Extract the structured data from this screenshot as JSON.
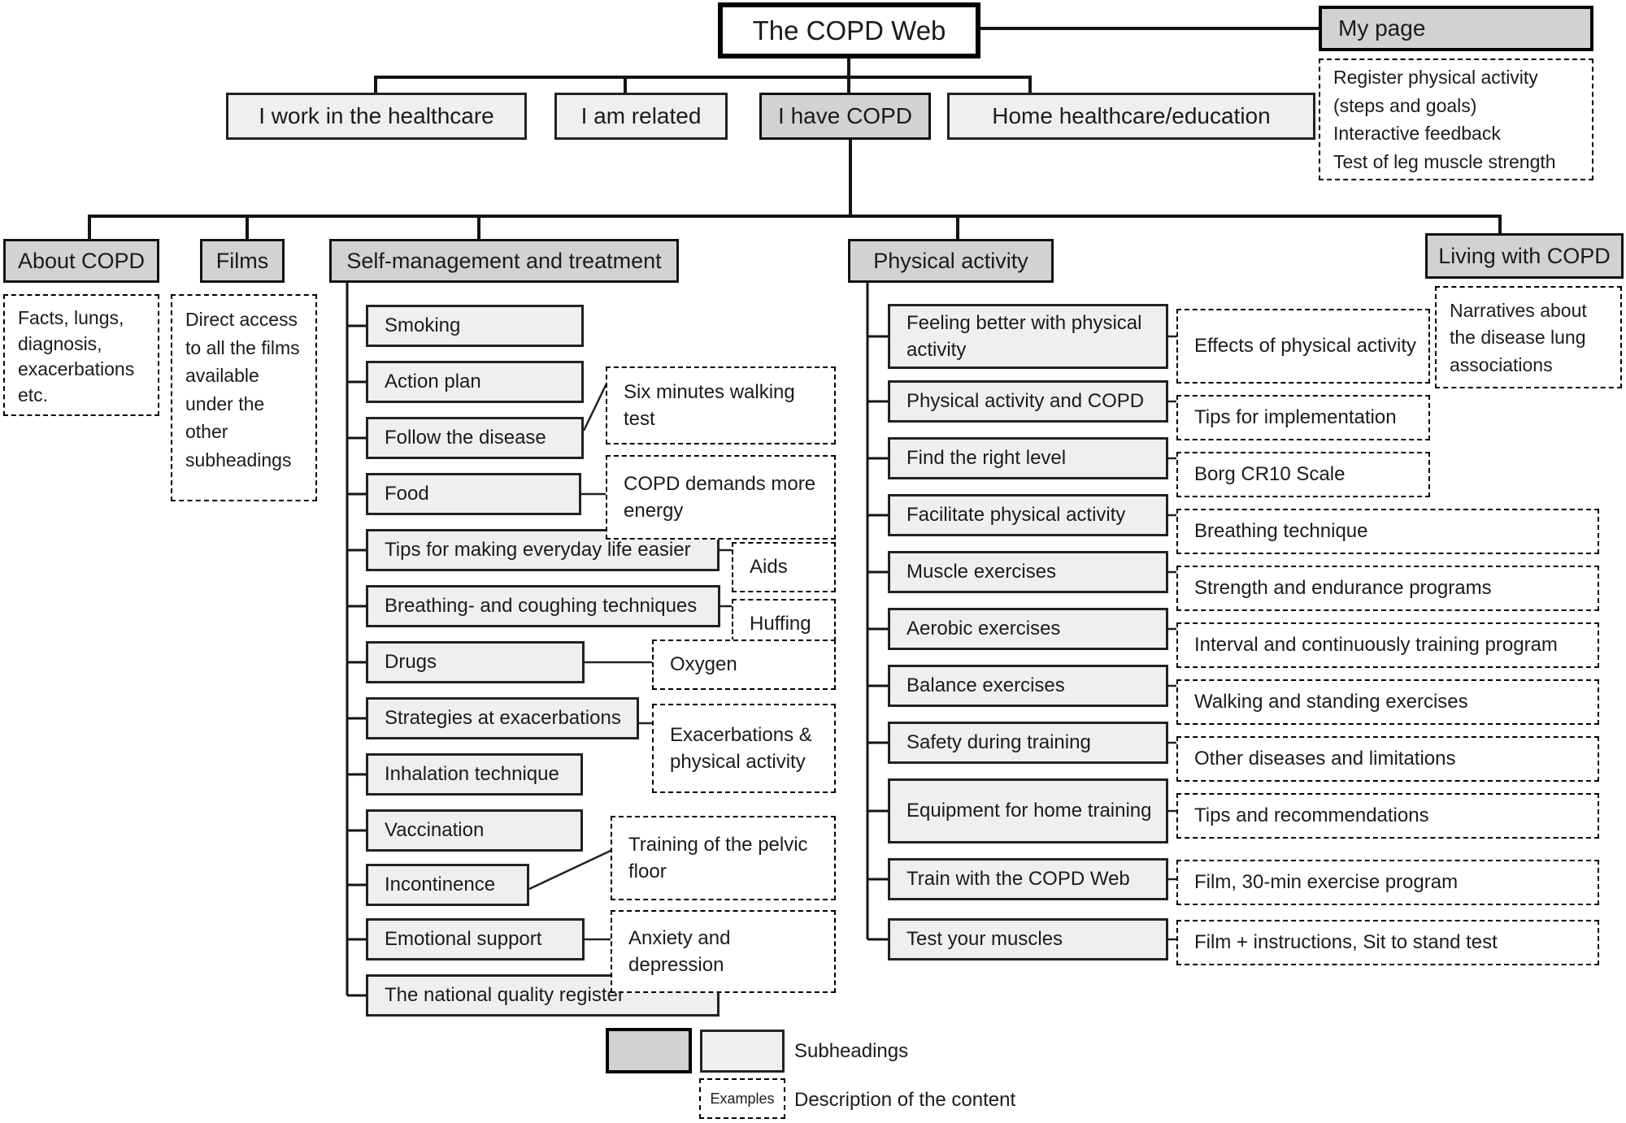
{
  "root": {
    "title": "The COPD Web"
  },
  "my_page": {
    "title": "My page",
    "description": "Register physical activity\n(steps and goals)\nInteractive feedback\nTest of leg muscle strength"
  },
  "audiences": [
    {
      "label": "I work in the healthcare"
    },
    {
      "label": "I am related"
    },
    {
      "label": "I have COPD"
    },
    {
      "label": "Home healthcare/education"
    }
  ],
  "sections": {
    "about_copd": {
      "label": "About COPD",
      "description": "Facts, lungs, diagnosis, exacerbations etc."
    },
    "films": {
      "label": "Films",
      "description": "Direct access to all the films available under the other subheadings"
    },
    "self_management": {
      "label": "Self-management and treatment",
      "items": [
        {
          "label": "Smoking"
        },
        {
          "label": "Action plan"
        },
        {
          "label": "Follow the disease",
          "example": "Six minutes walking test"
        },
        {
          "label": "Food",
          "example": "COPD demands more energy"
        },
        {
          "label": "Tips for making everyday life easier",
          "example": "Aids"
        },
        {
          "label": "Breathing- and coughing techniques",
          "example": "Huffing"
        },
        {
          "label": "Drugs",
          "example": "Oxygen"
        },
        {
          "label": "Strategies at exacerbations",
          "example": "Exacerbations & physical activity"
        },
        {
          "label": "Inhalation technique"
        },
        {
          "label": "Vaccination"
        },
        {
          "label": "Incontinence",
          "example": "Training of the pelvic floor"
        },
        {
          "label": "Emotional support",
          "example": "Anxiety and depression"
        },
        {
          "label": "The national quality register"
        }
      ]
    },
    "physical_activity": {
      "label": "Physical activity",
      "items": [
        {
          "label": "Feeling better with physical activity",
          "example": "Effects of physical activity"
        },
        {
          "label": "Physical activity and COPD",
          "example": "Tips for implementation"
        },
        {
          "label": "Find the right level",
          "example": "Borg CR10 Scale"
        },
        {
          "label": "Facilitate physical activity",
          "example": "Breathing technique"
        },
        {
          "label": "Muscle exercises",
          "example": "Strength and endurance programs"
        },
        {
          "label": "Aerobic exercises",
          "example": "Interval and continuously training program"
        },
        {
          "label": "Balance exercises",
          "example": "Walking and standing exercises"
        },
        {
          "label": "Safety during training",
          "example": "Other diseases and limitations"
        },
        {
          "label": "Equipment for home training",
          "example": "Tips and recommendations"
        },
        {
          "label": "Train with the COPD Web",
          "example": "Film, 30-min exercise program"
        },
        {
          "label": "Test your muscles",
          "example": "Film + instructions, Sit to stand test"
        }
      ]
    },
    "living_with_copd": {
      "label": "Living with COPD",
      "description": "Narratives about the disease lung associations"
    }
  },
  "legend": {
    "subheadings_label": "Subheadings",
    "examples_box_label": "Examples",
    "description_label": "Description of the content"
  },
  "colors": {
    "heading_fill": "#d2d2d2",
    "subheading_fill": "#efefef",
    "border": "#111111",
    "background": "#ffffff"
  }
}
